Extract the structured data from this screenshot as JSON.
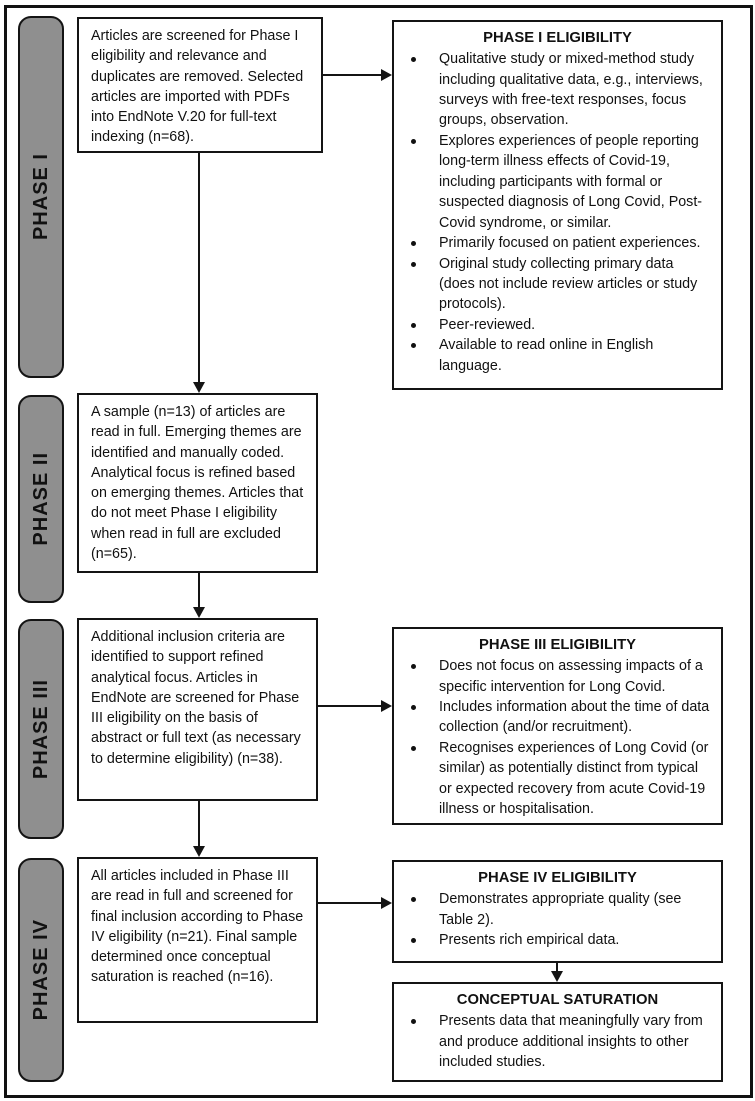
{
  "colors": {
    "tab_gray": "#8f8f8f",
    "line_black": "#141414",
    "background": "#ffffff"
  },
  "tabs": {
    "phase1": "PHASE I",
    "phase2": "PHASE II",
    "phase3": "PHASE III",
    "phase4": "PHASE IV"
  },
  "process": {
    "phase1": "Articles are screened for Phase I eligibility and relevance and duplicates are removed. Selected articles are imported with PDFs into EndNote V.20 for full-text indexing (n=68).",
    "phase2": "A sample (n=13) of articles are read in full. Emerging themes are identified and manually coded. Analytical focus is refined based on emerging themes. Articles that do not meet Phase I eligibility when read in full are excluded (n=65).",
    "phase3": "Additional inclusion criteria are identified to support refined analytical focus. Articles in EndNote are screened for Phase III eligibility on the basis of abstract or full text (as necessary to determine eligibility) (n=38).",
    "phase4": "All articles included in Phase III are read in full and screened for final inclusion according to Phase IV eligibility (n=21). Final sample determined once conceptual saturation is reached (n=16)."
  },
  "eligibility": {
    "phase1": {
      "title": "PHASE I ELIGIBILITY",
      "bullets": [
        "Qualitative study or mixed-method study including qualitative data, e.g., interviews, surveys with free-text responses, focus groups, observation.",
        "Explores experiences of people reporting long-term illness effects of Covid-19, including participants with formal or suspected diagnosis of Long Covid, Post-Covid syndrome, or similar.",
        "Primarily focused on patient experiences.",
        "Original study collecting primary data (does not include review articles or study protocols).",
        "Peer-reviewed.",
        "Available to read online in English language."
      ]
    },
    "phase3": {
      "title": "PHASE III ELIGIBILITY",
      "bullets": [
        "Does not focus on assessing impacts of a specific intervention for Long Covid.",
        "Includes information about the time of data collection (and/or recruitment).",
        "Recognises experiences of Long Covid (or similar) as potentially distinct from typical or expected recovery from acute Covid-19 illness or hospitalisation."
      ]
    },
    "phase4": {
      "title": "PHASE IV ELIGIBILITY",
      "bullets": [
        "Demonstrates appropriate quality (see Table 2).",
        "Presents rich empirical data."
      ]
    },
    "saturation": {
      "title": "CONCEPTUAL SATURATION",
      "bullets": [
        "Presents data that meaningfully vary from and produce additional insights to other included studies."
      ]
    }
  }
}
